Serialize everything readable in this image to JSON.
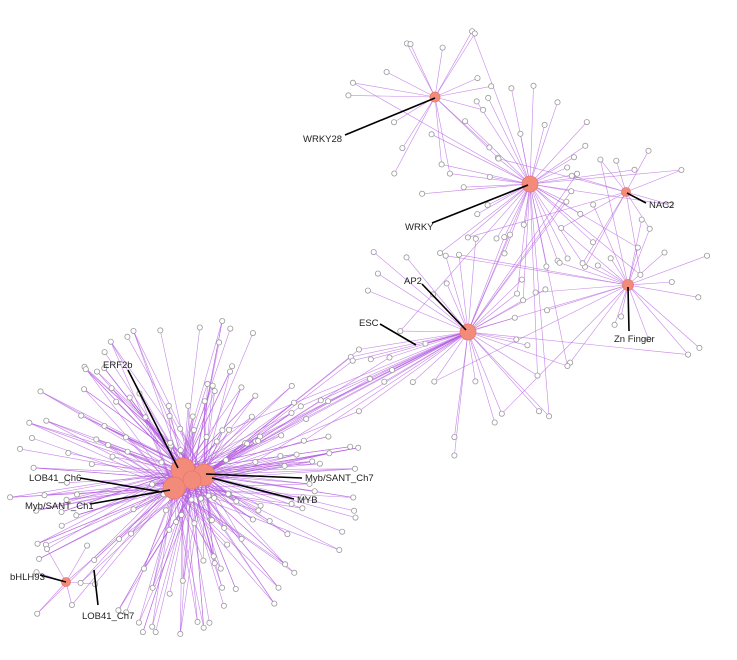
{
  "labels": {
    "wrky28": "WRKY28",
    "wrky": "WRKY",
    "nac2": "NAC2",
    "ap2": "AP2",
    "esc": "ESC",
    "zn_finger": "Zn Finger",
    "erf2b": "ERF2b",
    "lob41_ch6": "LOB41_Ch6",
    "myb_sant_ch7": "Myb/SANT_Ch7",
    "myb": "MYB",
    "myb_sant_ch1": "Myb/SANT_Ch1",
    "bhlh93": "bHLH93",
    "lob41_ch7": "LOB41_Ch7"
  },
  "colors": {
    "hub": "#f28b7a",
    "edge": "#b35ee0",
    "leaf_stroke": "#9a9a9a"
  }
}
